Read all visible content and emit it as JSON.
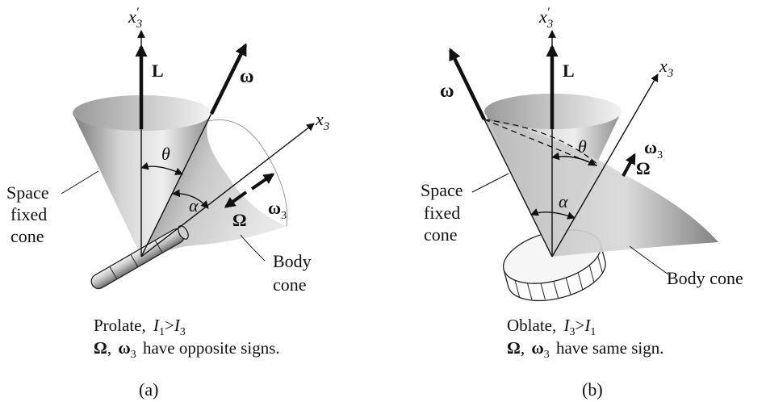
{
  "panel_a": {
    "axis_x3_prime": {
      "base": "x",
      "sub": "3",
      "prime": "′"
    },
    "axis_x3": {
      "base": "x",
      "sub": "3"
    },
    "vec_L": "L",
    "vec_omega": "ω",
    "vec_Omega": "Ω",
    "vec_omega3": {
      "base": "ω",
      "sub": "3"
    },
    "angle_theta": "θ",
    "angle_alpha": "α",
    "space_cone_label": [
      "Space",
      "fixed",
      "cone"
    ],
    "body_cone_label": [
      "Body",
      "cone"
    ],
    "caption_line1": {
      "word": "Prolate,",
      "i1": "I",
      "i1_sub": "1",
      "op": ">",
      "i2": "I",
      "i2_sub": "3"
    },
    "caption_line2": {
      "Omega": "Ω",
      "sep": ",",
      "omega": "ω",
      "omega_sub": "3",
      "text": "have opposite signs."
    },
    "panel_label": "(a)"
  },
  "panel_b": {
    "axis_x3_prime": {
      "base": "x",
      "sub": "3",
      "prime": "′"
    },
    "axis_x3": {
      "base": "x",
      "sub": "3"
    },
    "vec_L": "L",
    "vec_omega": "ω",
    "vec_Omega": "Ω",
    "vec_omega3": {
      "base": "ω",
      "sub": "3"
    },
    "angle_theta": "θ",
    "angle_alpha": "α",
    "space_cone_label": [
      "Space",
      "fixed",
      "cone"
    ],
    "body_cone_label": "Body cone",
    "caption_line1": {
      "word": "Oblate,",
      "i1": "I",
      "i1_sub": "3",
      "op": ">",
      "i2": "I",
      "i2_sub": "1"
    },
    "caption_line2": {
      "Omega": "Ω",
      "sep": ",",
      "omega": "ω",
      "omega_sub": "3",
      "text": "have same sign."
    },
    "panel_label": "(b)"
  }
}
